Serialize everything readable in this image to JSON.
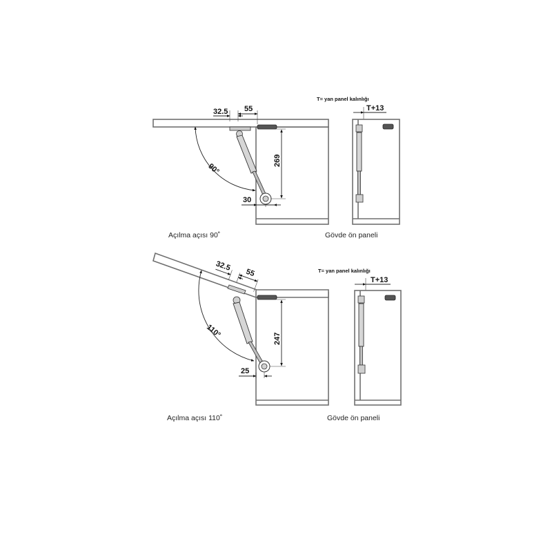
{
  "top_diagram": {
    "angle_label": "90°",
    "dim_offset": "32.5",
    "dim_width": "55",
    "dim_height": "269",
    "dim_bottom": "30",
    "caption_left": "Açılma açısı 90˚",
    "caption_right": "Gövde ön paneli",
    "t_note": "T= yan panel kalınlığı",
    "t_dim": "T+13"
  },
  "bottom_diagram": {
    "angle_label": "110°",
    "dim_offset": "32.5",
    "dim_width": "55",
    "dim_height": "247",
    "dim_bottom": "25",
    "caption_left": "Açılma açısı 110˚",
    "caption_right": "Gövde ön paneli",
    "t_note": "T= yan panel kalınlığı",
    "t_dim": "T+13"
  },
  "colors": {
    "panel_stroke": "#6f6f6f",
    "line": "#222222",
    "background": "#ffffff"
  }
}
